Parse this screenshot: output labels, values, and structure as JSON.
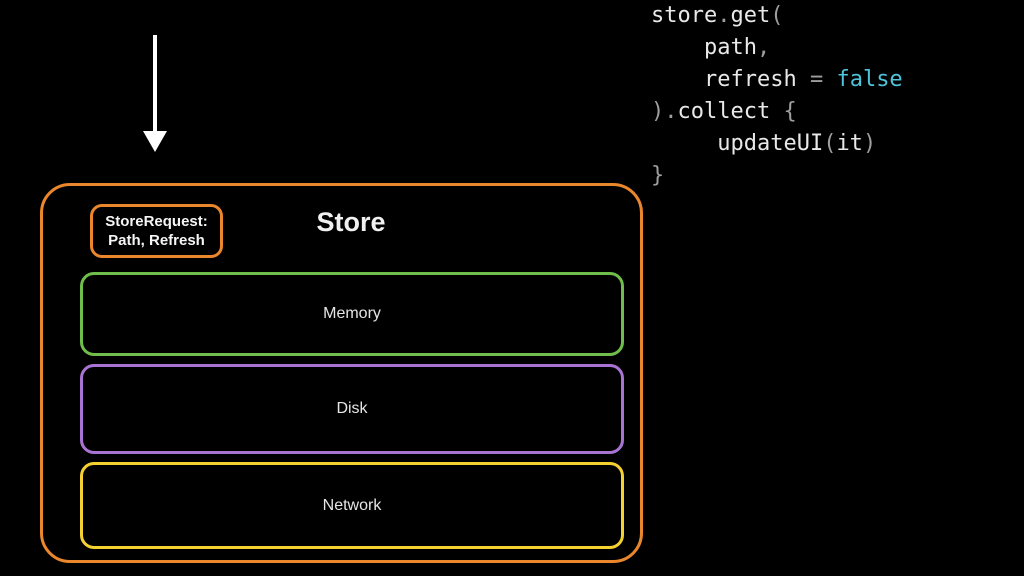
{
  "colors": {
    "background": "#000000",
    "orange": "#EA862B",
    "green": "#6FBE4B",
    "purple": "#A873D2",
    "yellow": "#F4D130",
    "code_plain": "#E9E9E9",
    "code_punct": "#9E9E9E",
    "code_keyword": "#4FC3D9",
    "arrow": "#FFFFFF"
  },
  "code": {
    "lines": [
      [
        {
          "t": "store"
        },
        {
          "t": ".",
          "c": "p"
        },
        {
          "t": "get"
        },
        {
          "t": "(",
          "c": "p"
        }
      ],
      [
        {
          "t": "    path"
        },
        {
          "t": ",",
          "c": "p"
        }
      ],
      [
        {
          "t": "    refresh "
        },
        {
          "t": "= ",
          "c": "p"
        },
        {
          "t": "false",
          "c": "k"
        }
      ],
      [
        {
          "t": ").",
          "c": "p"
        },
        {
          "t": "collect"
        },
        {
          "t": " {",
          "c": "p"
        }
      ],
      [
        {
          "t": "     updateUI"
        },
        {
          "t": "(",
          "c": "p"
        },
        {
          "t": "it"
        },
        {
          "t": ")",
          "c": "p"
        }
      ],
      [
        {
          "t": "}",
          "c": "p"
        }
      ]
    ]
  },
  "diagram": {
    "title": "Store",
    "container_border_color": "#EA862B",
    "badge": {
      "line1": "StoreRequest:",
      "line2": "Path, Refresh",
      "border_color": "#EA862B"
    },
    "layers": [
      {
        "label": "Memory",
        "border_color": "#6FBE4B"
      },
      {
        "label": "Disk",
        "border_color": "#A873D2"
      },
      {
        "label": "Network",
        "border_color": "#F4D130"
      }
    ]
  },
  "arrow": {
    "direction": "down",
    "color": "#FFFFFF"
  }
}
